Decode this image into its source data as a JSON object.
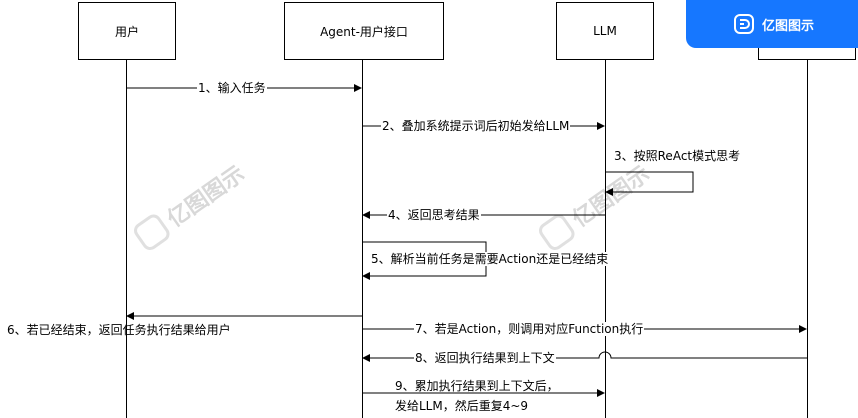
{
  "actors": {
    "user": "用户",
    "agent": "Agent-用户接口",
    "llm": "LLM"
  },
  "messages": [
    "1、输入任务",
    "2、叠加系统提示词后初始发给LLM",
    "3、按照ReAct模式思考",
    "4、返回思考结果",
    "5、解析当前任务是需要Action还是已经结束",
    "6、若已经结束，返回任务执行结果给用户",
    "7、若是Action，则调用对应Function执行",
    "8、返回执行结果到上下文",
    "9、累加执行结果到上下文后，发给LLM，然后重复4~9"
  ],
  "branding": {
    "name": "亿图图示",
    "icon": "edrawmax-logo-icon",
    "color": "#1677ff"
  },
  "watermark": {
    "text": "亿图图示"
  }
}
